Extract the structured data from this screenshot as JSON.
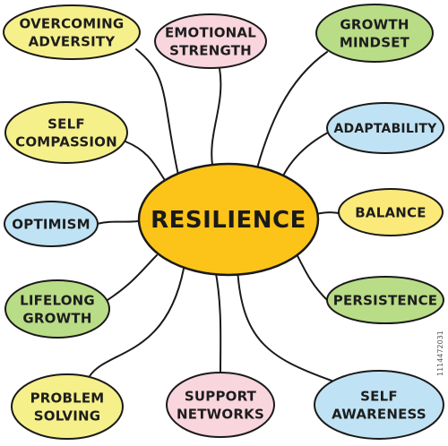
{
  "diagram": {
    "center": {
      "label": "RESILIENCE",
      "color": "#fcc419"
    },
    "nodes": [
      {
        "id": "overcoming-adversity",
        "lines": [
          "OVERCOMING",
          "ADVERSITY"
        ],
        "color": "#f5f08a"
      },
      {
        "id": "emotional-strength",
        "lines": [
          "EMOTIONAL",
          "STRENGTH"
        ],
        "color": "#f9d5de"
      },
      {
        "id": "growth-mindset",
        "lines": [
          "GROWTH",
          "MINDSET"
        ],
        "color": "#b9dc87"
      },
      {
        "id": "self-compassion",
        "lines": [
          "SELF",
          "COMPASSION"
        ],
        "color": "#f5f08a"
      },
      {
        "id": "adaptability",
        "lines": [
          "ADAPTABILITY"
        ],
        "color": "#bfe3f4"
      },
      {
        "id": "optimism",
        "lines": [
          "OPTIMISM"
        ],
        "color": "#bfe3f4"
      },
      {
        "id": "balance",
        "lines": [
          "BALANCE"
        ],
        "color": "#fbe97a"
      },
      {
        "id": "lifelong-growth",
        "lines": [
          "LIFELONG",
          "GROWTH"
        ],
        "color": "#b9dc87"
      },
      {
        "id": "persistence",
        "lines": [
          "PERSISTENCE"
        ],
        "color": "#b9dc87"
      },
      {
        "id": "problem-solving",
        "lines": [
          "PROBLEM",
          "SOLVING"
        ],
        "color": "#f5f08a"
      },
      {
        "id": "support-networks",
        "lines": [
          "SUPPORT",
          "NETWORKS"
        ],
        "color": "#f9d5de"
      },
      {
        "id": "self-awareness",
        "lines": [
          "SELF",
          "AWARENESS"
        ],
        "color": "#bfe3f4"
      }
    ],
    "stamp": "1114472031"
  }
}
